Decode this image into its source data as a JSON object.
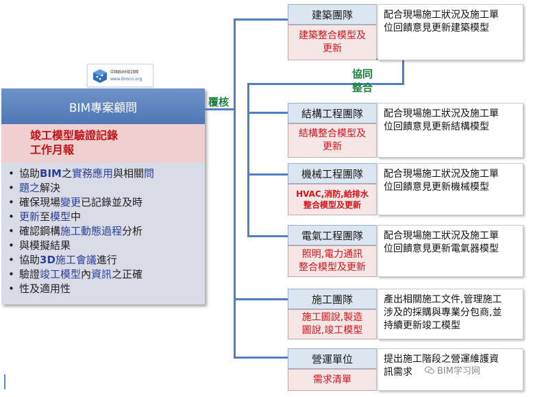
{
  "logo": {
    "line1": "中国BIM培训网",
    "line2": "www.bimcn.org"
  },
  "consultant": {
    "title": "BIM專案顧問",
    "subtitle_line1": "竣工模型驗證記錄",
    "subtitle_line2": "工作月報",
    "bullets": [
      [
        "協助",
        "BIM",
        "之",
        "實務應用",
        "與相關",
        "問",
        ""
      ],
      [
        "題之",
        "解決"
      ],
      [
        "確保現場",
        "變更",
        "已記錄並及時"
      ],
      [
        "更新",
        "至",
        "模型",
        "中"
      ],
      [
        "確認鋼構",
        "施工動態過程",
        "分析"
      ],
      [
        "與模擬結果"
      ],
      [
        "協助",
        "3D",
        "施工會議",
        "進行"
      ],
      [
        "驗證",
        "竣工模型",
        "內",
        "資訊",
        "之正確"
      ],
      [
        "性及適用性"
      ]
    ]
  },
  "labels": {
    "review": "覆核",
    "coord_line1": "協同",
    "coord_line2": "整合"
  },
  "teams": [
    {
      "name": "建築團隊",
      "model_line1": "建築整合模型及",
      "model_line2": "更新",
      "desc_line1": "配合現場施工狀況及施工單",
      "desc_line2": "位回饋意見更新建築模型"
    },
    {
      "name": "結構工程團隊",
      "model_line1": "結構整合模型及",
      "model_line2": "更新",
      "desc_line1": "配合現場施工狀況及施工單",
      "desc_line2": "位回饋意見更新結構模型"
    },
    {
      "name": "機械工程團隊",
      "model_line1": "HVAC,消防,給排水",
      "model_line2": "整合模型及更新",
      "desc_line1": "配合現場施工狀況及施工單",
      "desc_line2": "位回饋意見更新機械模型"
    },
    {
      "name": "電氣工程團隊",
      "model_line1": "照明,電力通訊",
      "model_line2": "整合模型及更新",
      "desc_line1": "配合現場施工狀況及施工單",
      "desc_line2": "位回饋意見更新電氣器模型"
    },
    {
      "name": "施工團隊",
      "model_line1": "施工圖說,製造",
      "model_line2": "圖說,竣工模型",
      "desc_line1": "產出相關施工文件,管理施工",
      "desc_line2": "涉及的採購與專業分包商,並",
      "desc_line3": "持續更新竣工模型"
    },
    {
      "name": "營運單位",
      "model_line1": "需求清單",
      "model_line2": "",
      "desc_line1": "提出施工階段之營運維護資",
      "desc_line2": "訊需求"
    }
  ],
  "watermark": "BIM学习网",
  "colors": {
    "header_blue": "#4e77b5",
    "accent_red": "#d2141b",
    "accent_green": "#1a7f3a",
    "line_blue": "#4f7fc2"
  }
}
